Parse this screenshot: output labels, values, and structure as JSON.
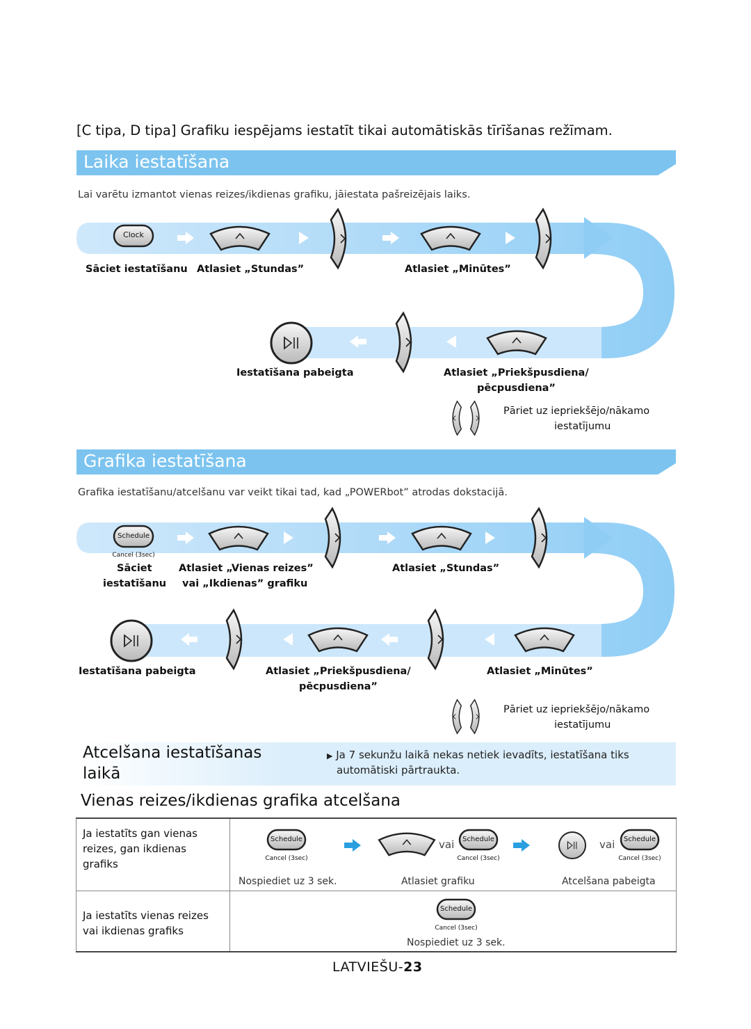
{
  "intro": "[C tipa, D tipa] Grafiku iespējams iestatīt tikai automātiskās tīrīšanas režīmam.",
  "section1": {
    "title": "Laika iestatīšana",
    "description": "Lai varētu izmantot vienas reizes/ikdienas grafiku, jāiestata pašreizējais laiks.",
    "clock_button": "Clock",
    "labels": {
      "start": "Sāciet iestatīšanu",
      "select_hours": "Atlasiet „Stundas”",
      "select_minutes": "Atlasiet „Minūtes”",
      "done": "Iestatīšana pabeigta",
      "select_ampm_1": "Atlasiet „Priekšpusdiena/",
      "select_ampm_2": "pēcpusdiena”"
    },
    "nav_note_1": "Pāriet uz iepriekšējo/nākamo",
    "nav_note_2": "iestatījumu"
  },
  "section2": {
    "title": "Grafika iestatīšana",
    "description": "Grafika iestatīšanu/atcelšanu var veikt tikai tad, kad „POWERbot” atrodas dokstacijā.",
    "schedule_button": "Schedule",
    "cancel_small": "Cancel (3sec)",
    "labels": {
      "start_1": "Sāciet",
      "start_2": "iestatīšanu",
      "select_type_1": "Atlasiet „Vienas reizes”",
      "select_type_2": "vai „Ikdienas” grafiku",
      "select_hours": "Atlasiet „Stundas”",
      "done": "Iestatīšana pabeigta",
      "select_ampm_1": "Atlasiet „Priekšpusdiena/",
      "select_ampm_2": "pēcpusdiena”",
      "select_minutes": "Atlasiet „Minūtes”"
    },
    "nav_note_1": "Pāriet uz iepriekšējo/nākamo",
    "nav_note_2": "iestatījumu"
  },
  "cancel_section": {
    "title_1": "Atcelšana iestatīšanas",
    "title_2": "laikā",
    "text_1": "Ja 7 sekunžu laikā nekas netiek ievadīts, iestatīšana tiks",
    "text_2": "automātiski pārtraukta."
  },
  "cancel_table": {
    "heading": "Vienas reizes/ikdienas grafika atcelšana",
    "row1_label": [
      "Ja iestatīts gan vienas",
      "reizes, gan ikdienas",
      "grafiks"
    ],
    "row2_label": [
      "Ja iestatīts vienas reizes",
      "vai ikdienas grafiks"
    ],
    "or": "vai",
    "caption_press": "Nospiediet uz 3 sek.",
    "caption_select": "Atlasiet grafiku",
    "caption_done": "Atcelšana pabeigta",
    "caption_press_2": "Nospiediet uz 3 sek."
  },
  "footer": {
    "lang": "LATVIEŠU-",
    "page": "23"
  },
  "colors": {
    "band": "#7cc4ef",
    "band_light": "#cce7fb",
    "arrow": "#1d9de0"
  }
}
